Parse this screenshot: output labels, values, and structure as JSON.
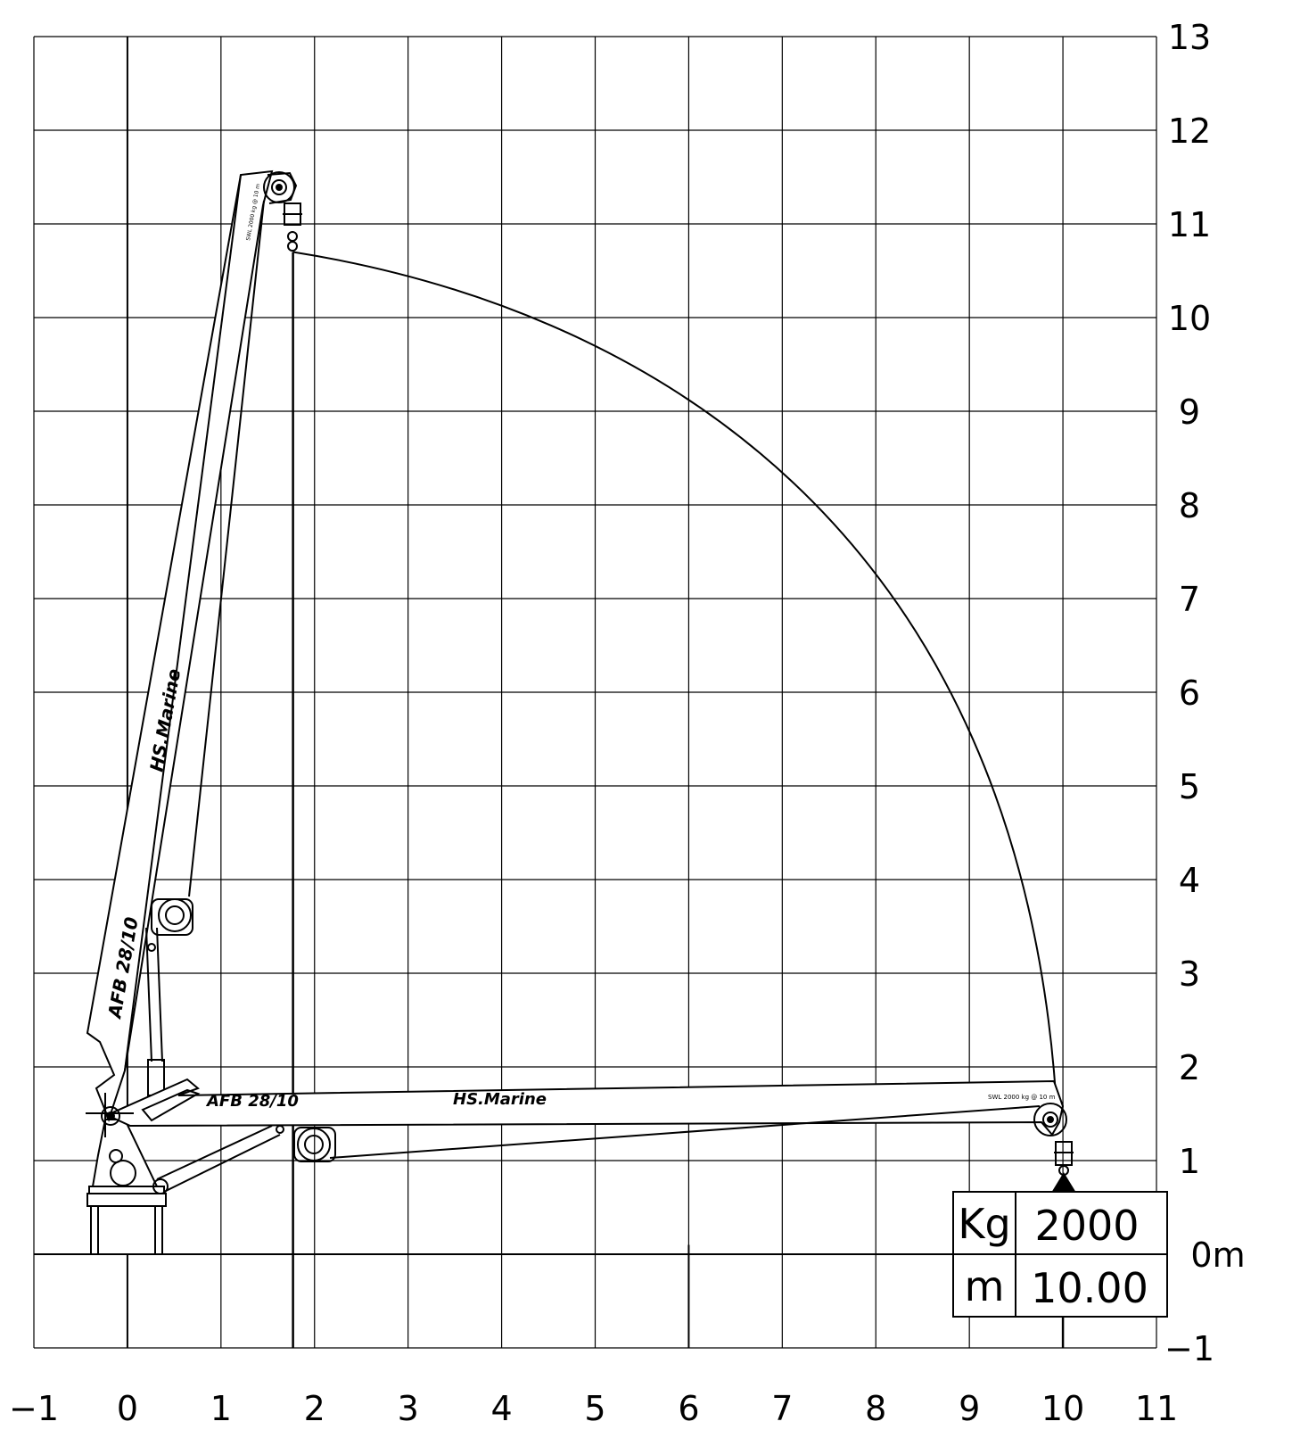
{
  "diagram": {
    "x_ticks": [
      "−1",
      "0",
      "1",
      "2",
      "3",
      "4",
      "5",
      "6",
      "7",
      "8",
      "9",
      "10",
      "11"
    ],
    "y_ticks": [
      "−1",
      "0m",
      "1",
      "2",
      "3",
      "4",
      "5",
      "6",
      "7",
      "8",
      "9",
      "10",
      "11",
      "12",
      "13"
    ],
    "x_range": [
      -1,
      11
    ],
    "y_range": [
      -1,
      13
    ],
    "grid": true,
    "load_table": {
      "row1_label": "Kg",
      "row1_value": "2000",
      "row2_label": "m",
      "row2_value": "10.00"
    },
    "crane": {
      "model_label_upright": "AFB 28/10",
      "brand_upright": "HS.Marine",
      "model_label_horizontal": "AFB 28/10",
      "brand_horizontal": "HS.Marine",
      "swl_plate_upright": "SWL 2000 kg @ 10 m",
      "swl_plate_horizontal": "SWL 2000 kg @ 10 m"
    },
    "positions": {
      "upright_hook_x": 1.77,
      "upright_hook_y": 10.7,
      "reach_x": 10.0,
      "reach_y": 1.2
    }
  }
}
